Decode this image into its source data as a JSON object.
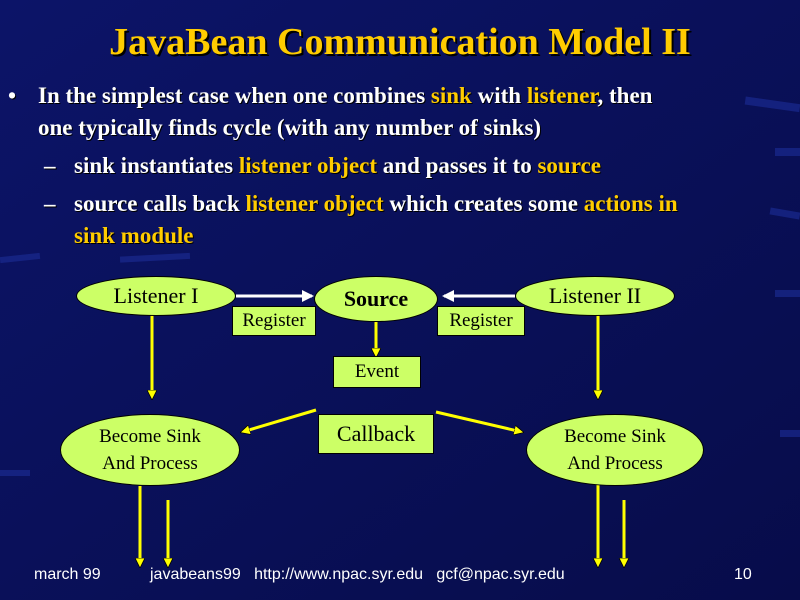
{
  "title": "JavaBean Communication Model II",
  "bullet1": {
    "marker": "•",
    "t1": "In the simplest case when one combines ",
    "sink": "sink",
    "t2": " with ",
    "listener": "listener",
    "t3": ", then",
    "line2": "one typically finds cycle (with any number of sinks)"
  },
  "sub1": {
    "dash": "–",
    "t1": "sink instantiates ",
    "listener_object": "listener object",
    "t2": " and passes it to ",
    "source": "source"
  },
  "sub2": {
    "dash": "–",
    "t1": "source calls back ",
    "listener_object": "listener object",
    "t2": " which creates some ",
    "actions_in": "actions in",
    "line2": "sink module"
  },
  "diagram": {
    "listener1": "Listener I",
    "source": "Source",
    "listener2": "Listener II",
    "register_left": "Register",
    "register_right": "Register",
    "event": "Event",
    "callback": "Callback",
    "sink_left": [
      "Become Sink",
      "And Process"
    ],
    "sink_right": [
      "Become Sink",
      "And Process"
    ]
  },
  "footer": {
    "date": "march 99",
    "info": "javabeans99   http://www.npac.syr.edu   gcf@npac.syr.edu",
    "page": "10"
  },
  "colors": {
    "background": "#0a1060",
    "title": "#ffcc00",
    "highlight": "#ffcc00",
    "shape_fill": "#ccff66",
    "arrow": "#ffff00"
  }
}
